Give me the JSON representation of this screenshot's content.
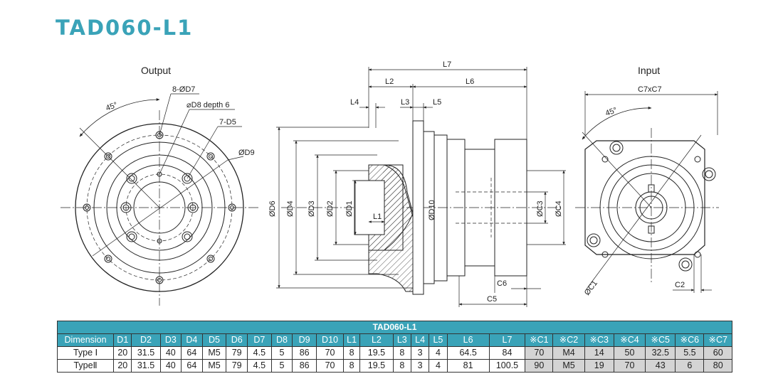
{
  "page_title": "TAD060-L1",
  "views": {
    "output_label": "Output",
    "input_label": "Input"
  },
  "output_annotations": {
    "angle": "45°",
    "holes_d7": "8-ØD7",
    "thread_d8": "⌀D8 depth 6",
    "thread_d5": "7-D5",
    "diameter_d9": "ØD9"
  },
  "side_annotations": {
    "l7": "L7",
    "l2": "L2",
    "l6": "L6",
    "l4": "L4",
    "l3": "L3",
    "l5": "L5",
    "l1": "L1",
    "d6": "ØD6",
    "d4": "ØD4",
    "d3": "ØD3",
    "d2": "ØD2",
    "d1": "ØD1",
    "d10": "ØD10",
    "c3": "ØC3",
    "c4": "ØC4",
    "c6": "C6",
    "c5": "C5"
  },
  "input_annotations": {
    "c7": "C7xC7",
    "angle": "45°",
    "c1": "ØC1",
    "c2": "C2"
  },
  "table": {
    "title": "TAD060-L1",
    "headers": [
      "Dimension",
      "D1",
      "D2",
      "D3",
      "D4",
      "D5",
      "D6",
      "D7",
      "D8",
      "D9",
      "D10",
      "L1",
      "L2",
      "L3",
      "L4",
      "L5",
      "L6",
      "L7",
      "※C1",
      "※C2",
      "※C3",
      "※C4",
      "※C5",
      "※C6",
      "※C7"
    ],
    "rows": [
      [
        "Type Ⅰ",
        "20",
        "31.5",
        "40",
        "64",
        "M5",
        "79",
        "4.5",
        "5",
        "86",
        "70",
        "8",
        "19.5",
        "8",
        "3",
        "4",
        "64.5",
        "84",
        "70",
        "M4",
        "14",
        "50",
        "32.5",
        "5.5",
        "60"
      ],
      [
        "TypeⅡ",
        "20",
        "31.5",
        "40",
        "64",
        "M5",
        "79",
        "4.5",
        "5",
        "86",
        "70",
        "8",
        "19.5",
        "8",
        "3",
        "4",
        "81",
        "100.5",
        "90",
        "M5",
        "19",
        "70",
        "43",
        "6",
        "80"
      ]
    ],
    "shaded_from_column": 18,
    "colors": {
      "header_bg": "#3aa3b8",
      "header_text": "#ffffff",
      "shaded_cell": "#d4d4d4"
    }
  },
  "colors": {
    "title": "#3aa3b8",
    "line": "#222222"
  }
}
